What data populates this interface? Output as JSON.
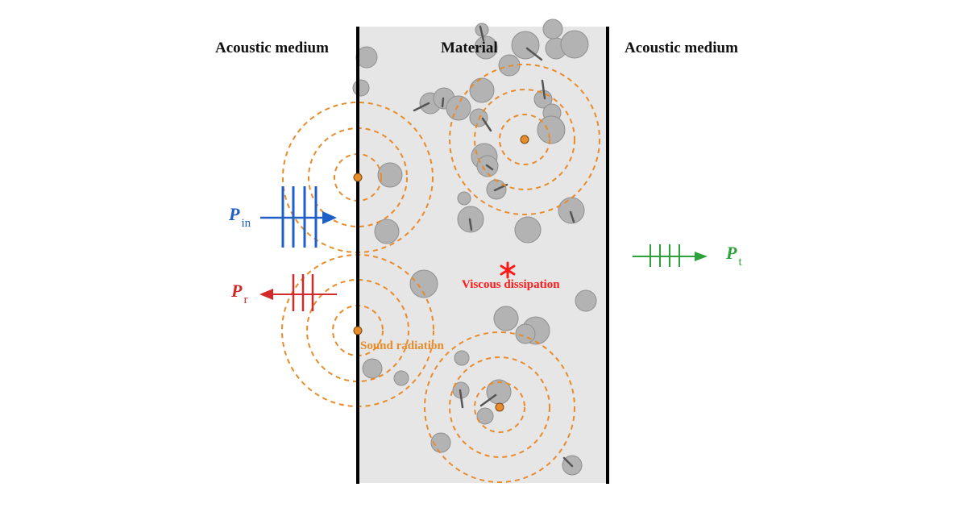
{
  "labels": {
    "left_medium": "Acoustic medium",
    "material": "Material",
    "right_medium": "Acoustic medium",
    "viscous": "Viscous dissipation",
    "sound_radiation": "Sound radiation"
  },
  "symbols": {
    "incident": {
      "letter": "P",
      "sub": "in"
    },
    "reflected": {
      "letter": "P",
      "sub": "r"
    },
    "transmitted": {
      "letter": "P",
      "sub": "t"
    }
  },
  "colors": {
    "incident": "#1f5fc8",
    "reflected": "#d22a2a",
    "transmitted": "#2ea23a",
    "radiation": "#e88b2a",
    "dissipation": "#ff1a1a",
    "particle": "#b3b3b3",
    "material_bg": "#e6e6e6"
  },
  "icons": {
    "dissipation_marker": "asterisk-icon",
    "radiation_source": "source-dot-icon"
  }
}
